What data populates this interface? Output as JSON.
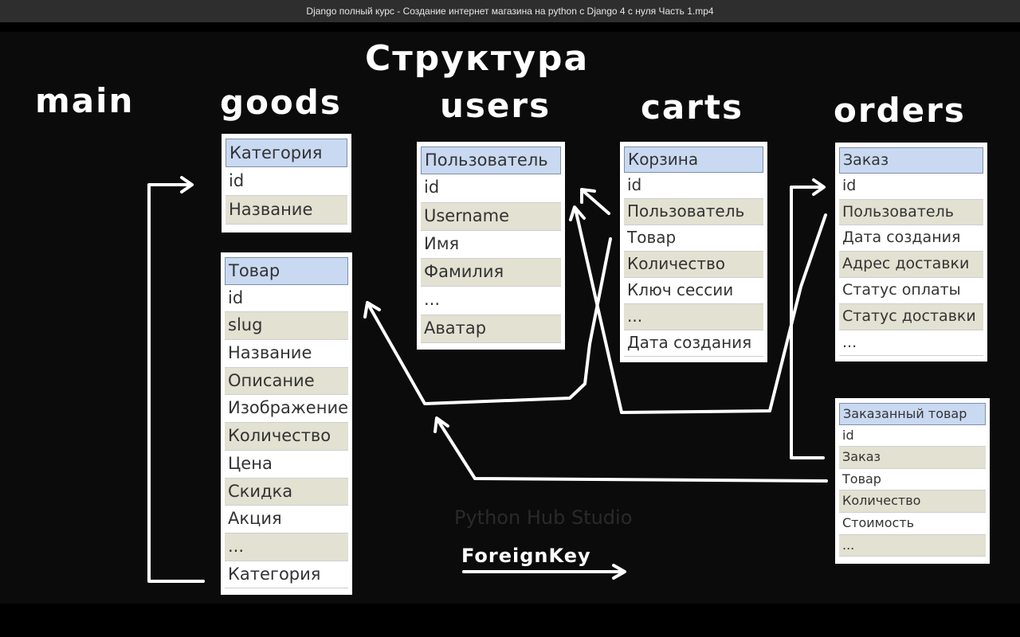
{
  "window": {
    "title": "Django полный курс - Создание интернет магазина на python с Django 4 с нуля Часть 1.mp4"
  },
  "slide": {
    "title": "Структура",
    "apps": {
      "main": "main",
      "goods": "goods",
      "users": "users",
      "carts": "carts",
      "orders": "orders"
    },
    "watermark": "Python Hub Studio",
    "legend": "ForeignKey",
    "arrow_color": "#ffffff",
    "header_row_color": "#c9d9f2",
    "alt_row_color": "#e2e1d2"
  },
  "tables": {
    "category": {
      "header": "Категория",
      "rows": [
        "id",
        "Название"
      ]
    },
    "product": {
      "header": "Товар",
      "rows": [
        "id",
        "slug",
        "Название",
        "Описание",
        "Изображение",
        "Количество",
        "Цена",
        "Скидка",
        "Акция",
        "...",
        "Категория"
      ]
    },
    "user": {
      "header": "Пользователь",
      "rows": [
        "id",
        "Username",
        "Имя",
        "Фамилия",
        "...",
        "Аватар"
      ]
    },
    "cart": {
      "header": "Корзина",
      "rows": [
        "id",
        "Пользователь",
        "Товар",
        "Количество",
        "Ключ сессии",
        "...",
        "Дата создания"
      ]
    },
    "order": {
      "header": "Заказ",
      "rows": [
        "id",
        "Пользователь",
        "Дата создания",
        "Адрес доставки",
        "Статус оплаты",
        "Статус доставки",
        "..."
      ]
    },
    "order_item": {
      "header": "Заказанный товар",
      "rows": [
        "id",
        "Заказ",
        "Товар",
        "Количество",
        "Стоимость",
        "..."
      ]
    }
  }
}
